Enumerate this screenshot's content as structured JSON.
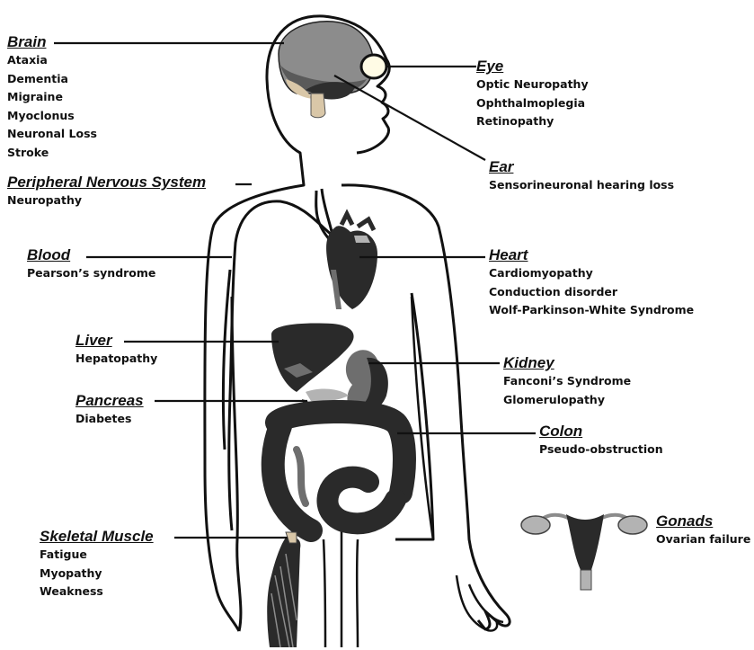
{
  "organs": {
    "brain": {
      "title": "Brain",
      "items": [
        "Ataxia",
        "Dementia",
        "Migraine",
        "Myoclonus",
        "Neuronal Loss",
        "Stroke"
      ]
    },
    "pns": {
      "title": "Peripheral Nervous System",
      "items": [
        "Neuropathy"
      ]
    },
    "blood": {
      "title": "Blood",
      "items": [
        "Pearson’s syndrome"
      ]
    },
    "liver": {
      "title": "Liver",
      "items": [
        "Hepatopathy"
      ]
    },
    "pancreas": {
      "title": "Pancreas",
      "items": [
        "Diabetes"
      ]
    },
    "skeletal": {
      "title": "Skeletal Muscle",
      "items": [
        "Fatigue",
        "Myopathy",
        "Weakness"
      ]
    },
    "eye": {
      "title": "Eye",
      "items": [
        "Optic Neuropathy",
        "Ophthalmoplegia",
        "Retinopathy"
      ]
    },
    "ear": {
      "title": "Ear",
      "items": [
        "Sensorineuronal hearing loss"
      ]
    },
    "heart": {
      "title": "Heart",
      "items": [
        "Cardiomyopathy",
        "Conduction disorder",
        "Wolf-Parkinson-White Syndrome"
      ]
    },
    "kidney": {
      "title": "Kidney",
      "items": [
        "Fanconi’s Syndrome",
        "Glomerulopathy"
      ]
    },
    "colon": {
      "title": "Colon",
      "items": [
        "Pseudo-obstruction"
      ]
    },
    "gonads": {
      "title": "Gonads",
      "items": [
        "Ovarian failure"
      ]
    }
  },
  "colors": {
    "organ_dark": "#2a2a2a",
    "organ_mid": "#6e6e6e",
    "organ_light": "#b3b3b3",
    "outline": "#111111",
    "bone": "#d9c7a8"
  }
}
